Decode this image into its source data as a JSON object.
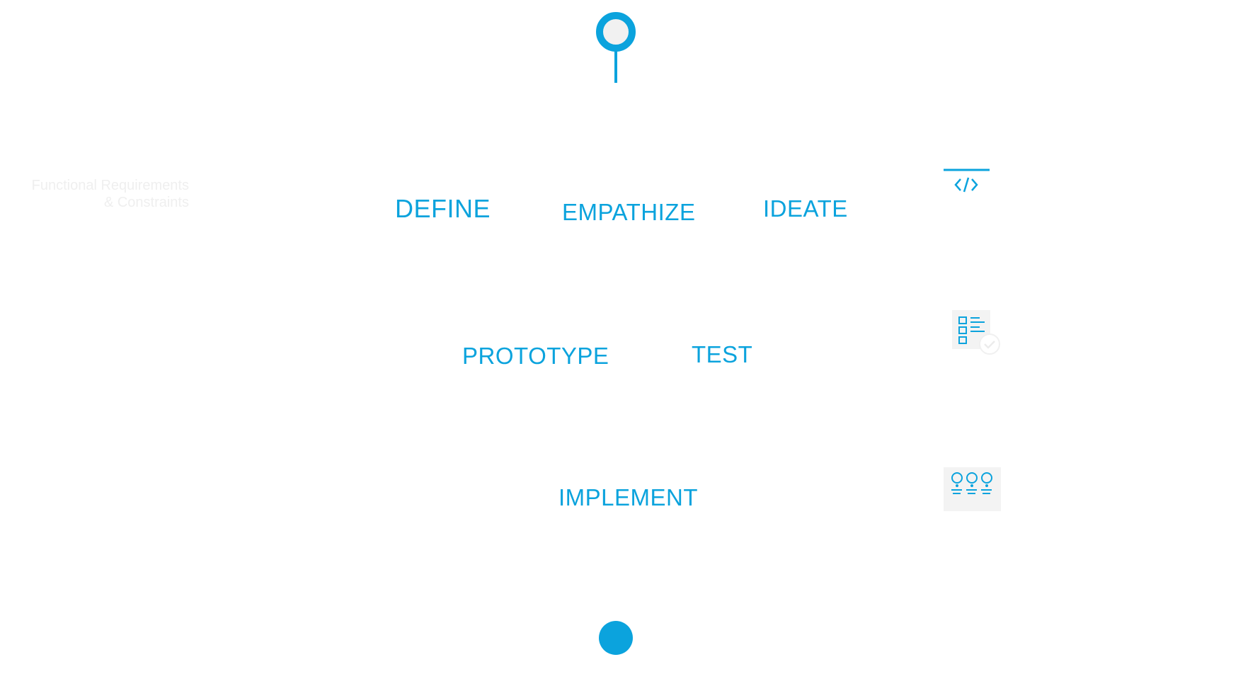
{
  "accent_color": "#0ba3dd",
  "note": {
    "line1": "Functional Requirements",
    "line2": "& Constraints"
  },
  "stages": {
    "define": "DEFINE",
    "empathize": "EMPATHIZE",
    "ideate": "IDEATE",
    "prototype": "PROTOTYPE",
    "test": "TEST",
    "implement": "IMPLEMENT"
  },
  "icons": [
    "start-pin-icon",
    "code-icon",
    "checklist-icon",
    "ideas-icon",
    "end-dot-icon"
  ]
}
